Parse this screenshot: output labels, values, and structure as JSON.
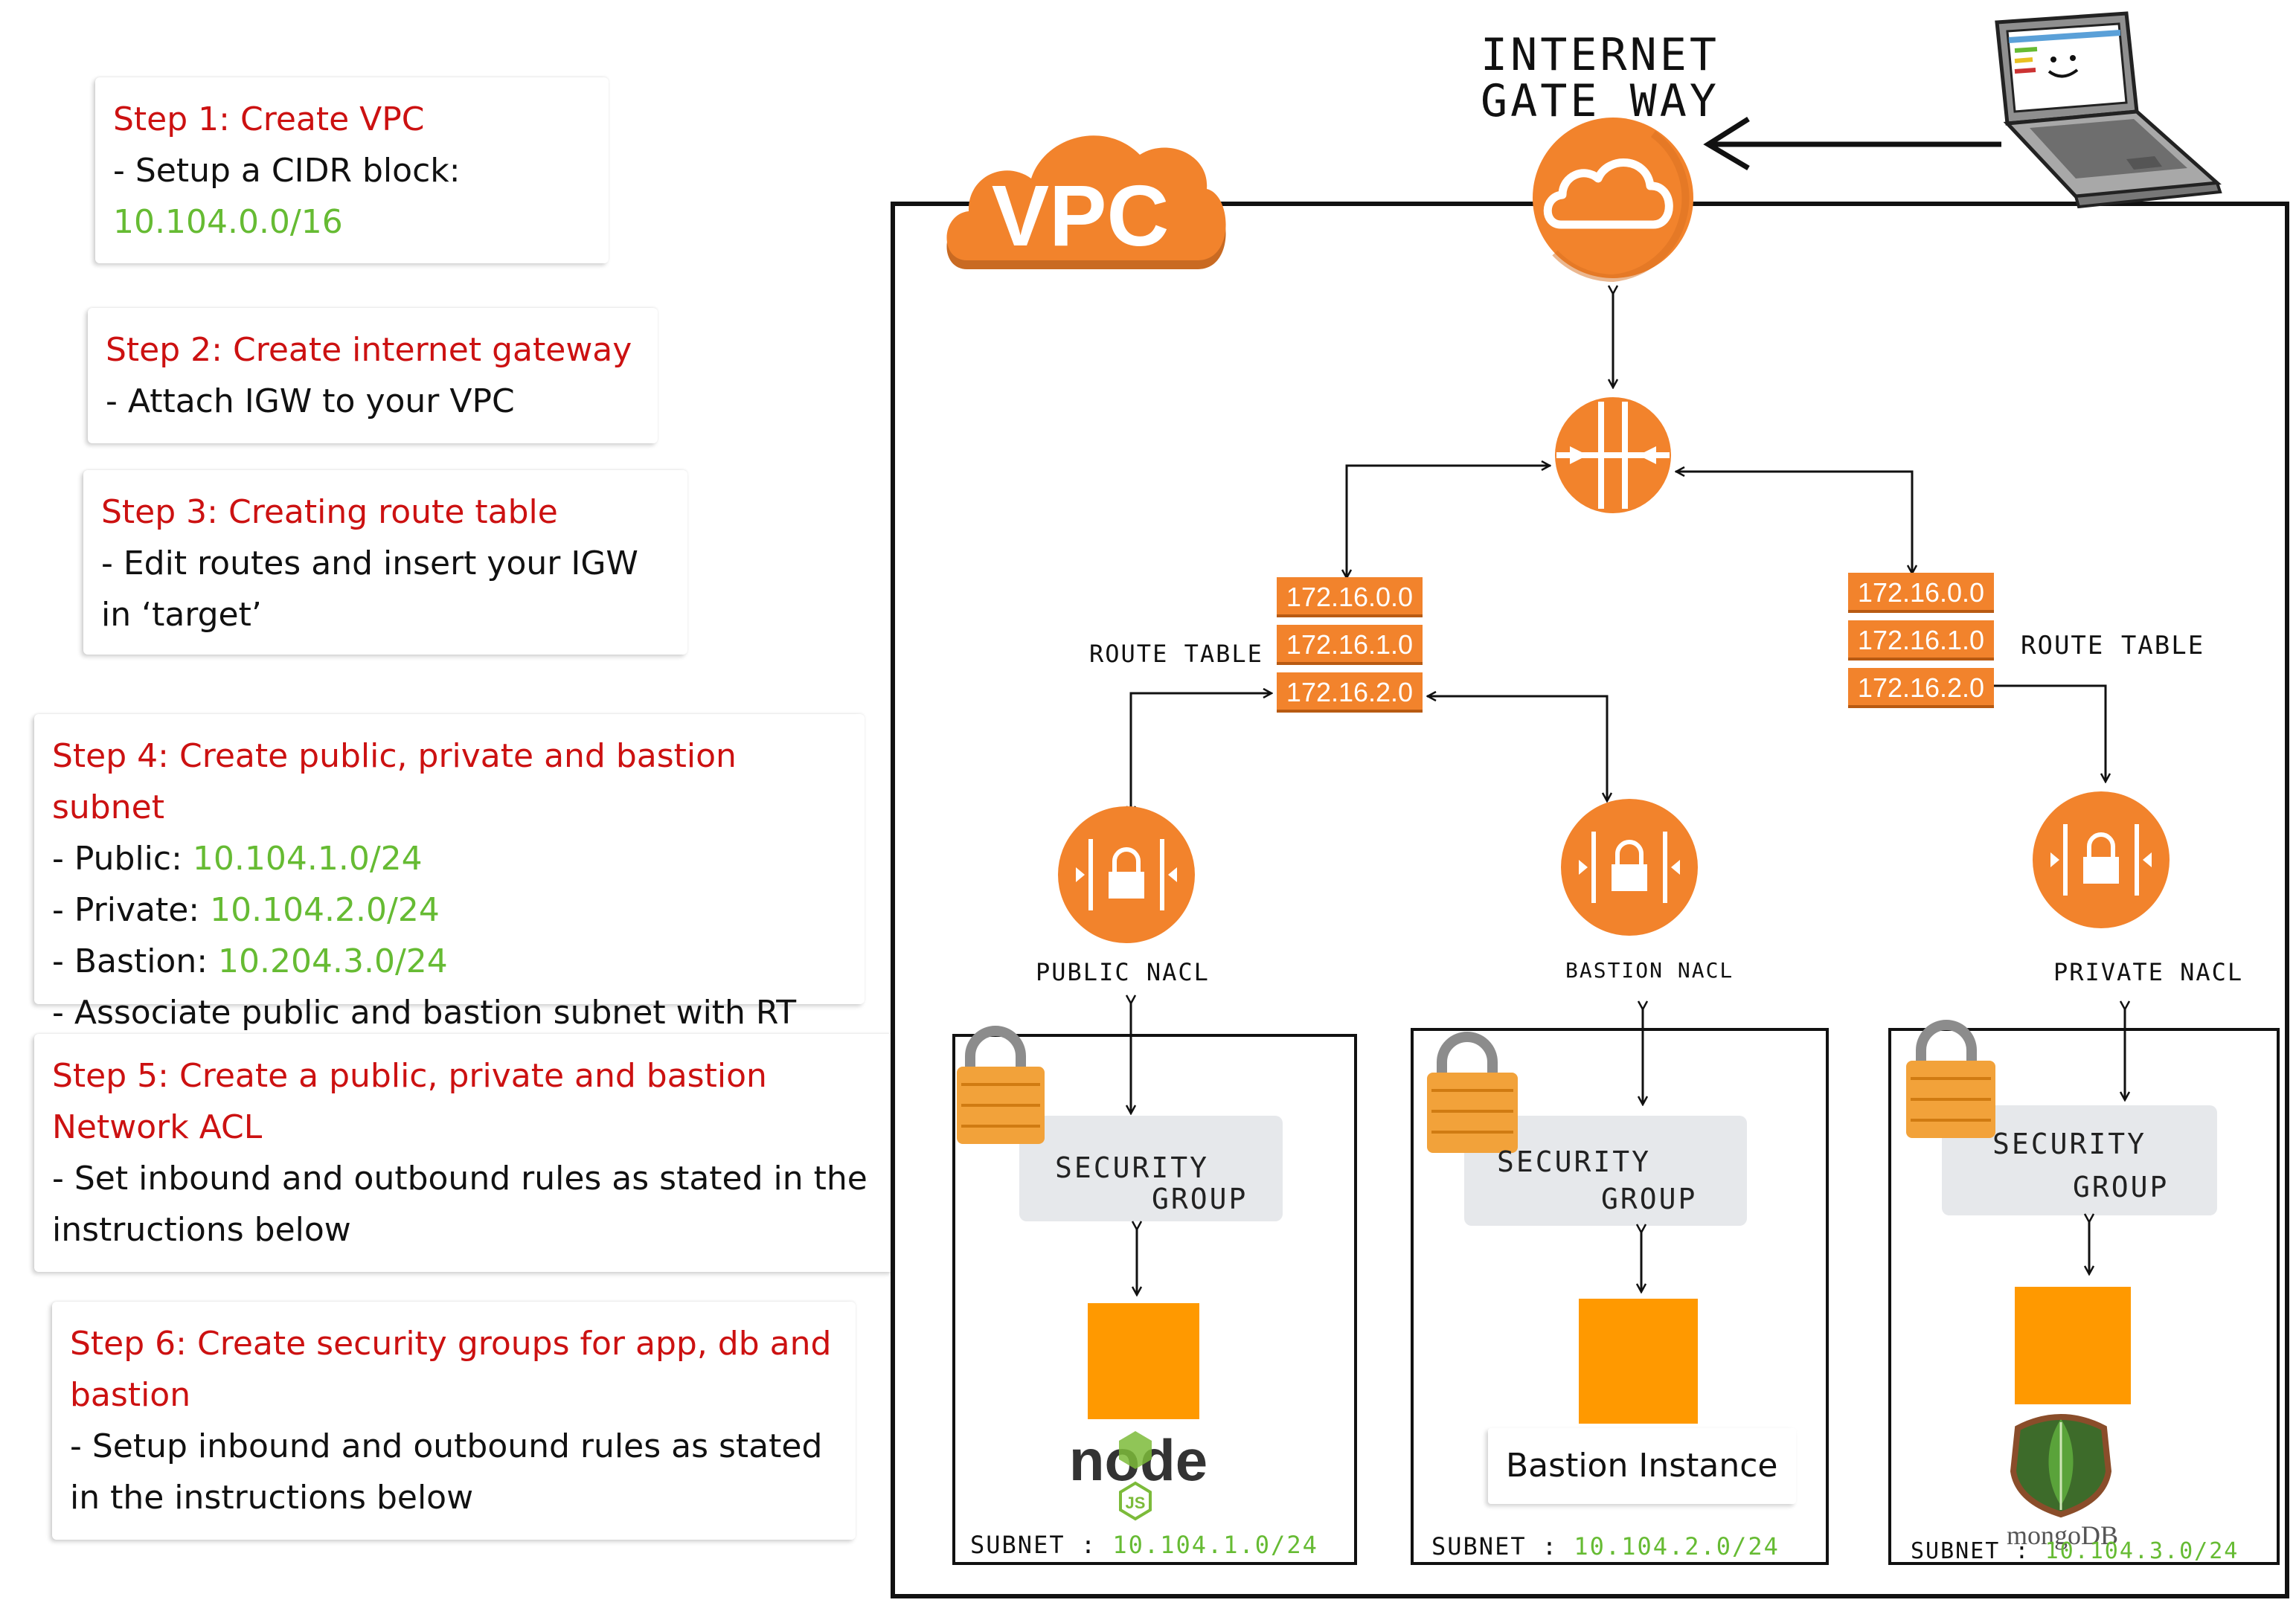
{
  "steps": [
    {
      "title": "Step 1: Create VPC",
      "lines": [
        "- Setup a CIDR block:"
      ],
      "values": [
        "10.104.0.0/16"
      ]
    },
    {
      "title": "Step 2: Create internet gateway",
      "lines": [
        "- Attach IGW to your VPC"
      ]
    },
    {
      "title": "Step 3: Creating route table",
      "lines": [
        "- Edit routes and insert your IGW",
        "in ‘target’"
      ]
    },
    {
      "title": "Step 4: Create public, private and bastion subnet",
      "lines": [
        {
          "label": "- Public:",
          "value": "10.104.1.0/24"
        },
        {
          "label": "- Private:",
          "value": "10.104.2.0/24"
        },
        {
          "label": "- Bastion:",
          "value": "10.204.3.0/24"
        }
      ],
      "extra": "- Associate public and bastion subnet with RT"
    },
    {
      "title": "Step 5: Create a public, private and bastion",
      "title2": "Network ACL",
      "lines": [
        "- Set inbound and outbound rules as stated in the",
        "instructions below"
      ]
    },
    {
      "title": "Step 6: Create security groups for app, db and",
      "title2": "bastion",
      "lines": [
        "- Setup inbound and outbound rules as stated",
        "in the instructions below"
      ]
    }
  ],
  "diagram": {
    "vpc_label": "VPC",
    "igw_title": [
      "INTERNET",
      "GATE WAY"
    ],
    "route_table_left": {
      "label": "ROUTE TABLE",
      "rows": [
        "172.16.0.0",
        "172.16.1.0",
        "172.16.2.0"
      ]
    },
    "route_table_right": {
      "label": "ROUTE TABLE",
      "rows": [
        "172.16.0.0",
        "172.16.1.0",
        "172.16.2.0"
      ]
    },
    "nacls": [
      "PUBLIC NACL",
      "BASTION NACL",
      "PRIVATE NACL"
    ],
    "security_group_label": [
      "SECURITY",
      "GROUP"
    ],
    "subnets": [
      {
        "label": "SUBNET :",
        "value": "10.104.1.0/24",
        "app": "node"
      },
      {
        "label": "SUBNET :",
        "value": "10.104.2.0/24",
        "app": "Bastion Instance"
      },
      {
        "label": "SUBNET :",
        "value": "10.104.3.0/24",
        "app": "mongoDB"
      }
    ],
    "node_logo_text": "node",
    "node_logo_sub": "JS",
    "bastion_instance": "Bastion Instance",
    "mongo_logo_text": "mongoDB",
    "colors": {
      "aws_orange": "#f2832c",
      "instance_orange": "#ff9900",
      "title_red": "#cc1111",
      "value_green": "#66bb33",
      "sg_gray": "#e6e8eb"
    }
  }
}
